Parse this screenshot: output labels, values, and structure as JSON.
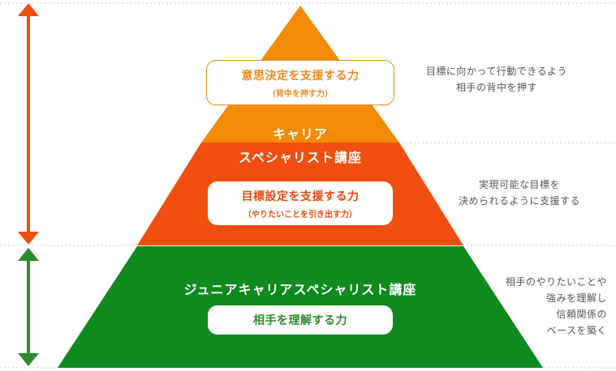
{
  "colors": {
    "orange": "#f58a07",
    "red": "#f04e0e",
    "green": "#0e8a1e",
    "arrow_red": "#f04e0e",
    "arrow_green": "#2e8b2e",
    "dotted": "#c8c8c8"
  },
  "top_level": {
    "skill_main": "意思決定を支援する力",
    "skill_sub": "（背中を押す力）",
    "desc_lines": [
      "目標に向かって行動できるよう",
      "相手の背中を押す"
    ]
  },
  "middle_level": {
    "title_line1": "キャリア",
    "title_line2": "スペシャリスト講座",
    "skill_main": "目標設定を支援する力",
    "skill_sub": "（やりたいことを引き出す力）",
    "desc_lines": [
      "実現可能な目標を",
      "決められるように支援する"
    ]
  },
  "bottom_level": {
    "title": "ジュニアキャリアスペシャリスト講座",
    "skill_main": "相手を理解する力",
    "desc_lines": [
      "相手のやりたいことや",
      "強みを理解し",
      "信頼関係の",
      "ベースを築く"
    ]
  }
}
